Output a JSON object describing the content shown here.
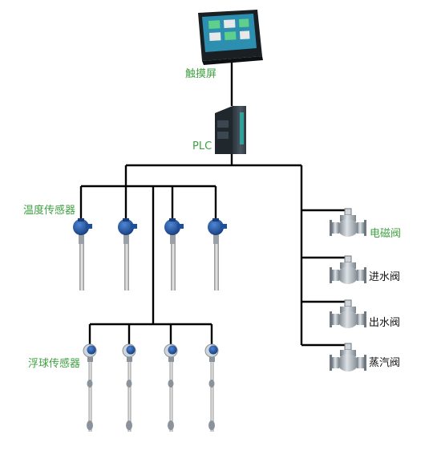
{
  "labels": {
    "touchscreen": "触摸屏",
    "plc": "PLC",
    "temp_sensor": "温度传感器",
    "float_sensor": "浮球传感器",
    "solenoid_valve": "电磁阀",
    "inlet_valve": "进水阀",
    "outlet_valve": "出水阀",
    "steam_valve": "蒸汽阀"
  },
  "colors": {
    "label_green": "#3fa142",
    "label_black": "#111111",
    "wire": "#000000",
    "sensor_blue": "#1d4f9c",
    "plc_body": "#3e4a56",
    "plc_accent": "#2fa39a",
    "valve_body": "#9aa3ab"
  }
}
